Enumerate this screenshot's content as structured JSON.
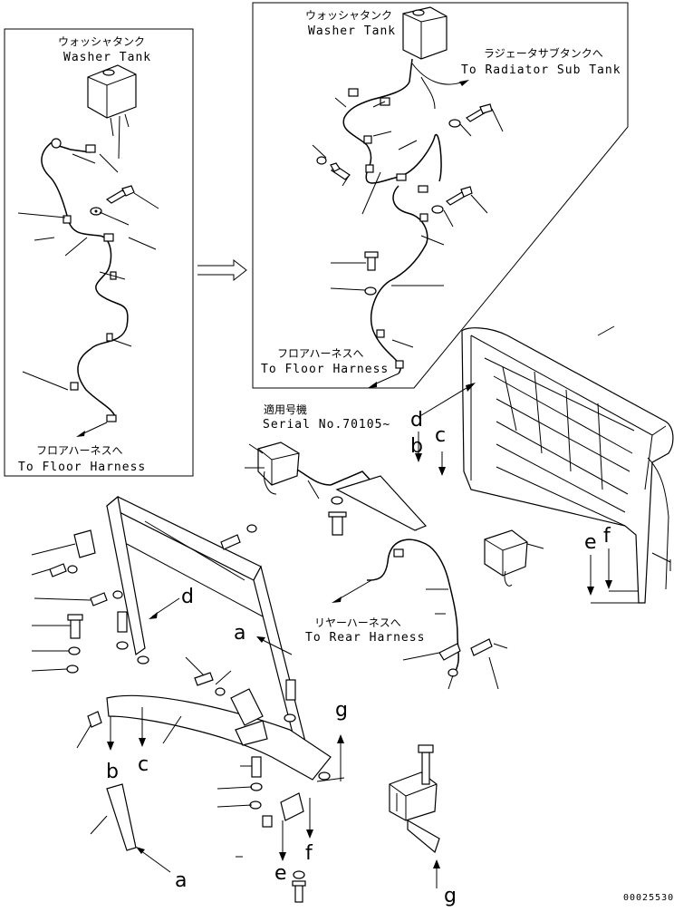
{
  "labels": {
    "washer_tank_jp_left": "ウォッシャタンク",
    "washer_tank_en_left": "Washer Tank",
    "washer_tank_jp_right": "ウォッシャタンク",
    "washer_tank_en_right": "Washer Tank",
    "radiator_jp": "ラジェータサブタンクへ",
    "radiator_en": "To Radiator Sub Tank",
    "floor_jp_left": "フロアハーネスへ",
    "floor_en_left": "To Floor Harness",
    "floor_jp_right": "フロアハーネスへ",
    "floor_en_right": "To Floor Harness",
    "serial_jp": "適用号機",
    "serial_en": "Serial No.70105~",
    "rear_jp": "リヤーハーネスへ",
    "rear_en": "To Rear Harness",
    "drawing_no": "00025530"
  },
  "ref_letters": {
    "a1": "a",
    "a2": "a",
    "b1": "b",
    "b2": "b",
    "c1": "c",
    "c2": "c",
    "d1": "d",
    "d2": "d",
    "e1": "e",
    "e2": "e",
    "f1": "f",
    "f2": "f",
    "g1": "g",
    "g2": "g"
  }
}
